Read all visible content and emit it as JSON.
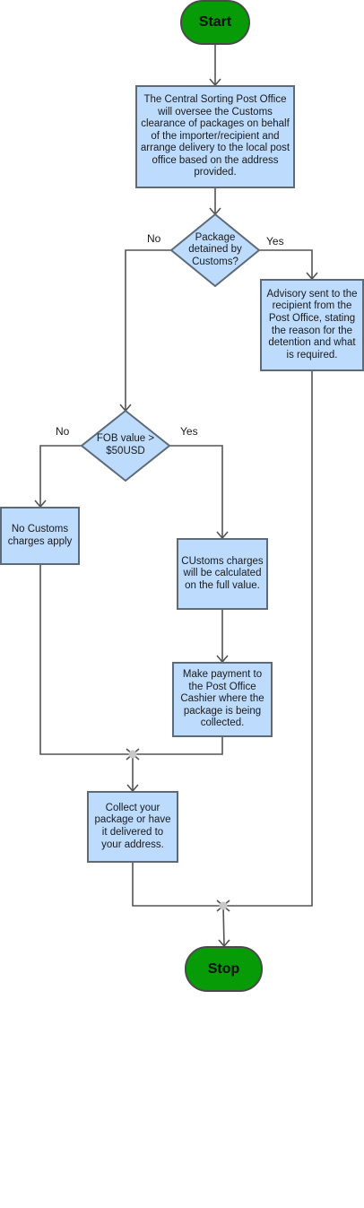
{
  "colors": {
    "process_fill": "#bddcfd",
    "process_border": "#5d6a77",
    "terminal_fill": "#079b07",
    "connector": "#545454",
    "junction": "#c8c8c8"
  },
  "flowchart": {
    "start": "Start",
    "stop": "Stop",
    "central_sorting": "The Central Sorting Post Office will oversee the Customs clearance of packages on behalf of the importer/recipient and arrange delivery to the local post office based on the address provided.",
    "decision_detained": "Package detained by Customs?",
    "detained_no": "No",
    "detained_yes": "Yes",
    "advisory": "Advisory sent to the recipient from the Post Office, stating the reason for the detention and what is required.",
    "decision_fob": "FOB value > $50USD",
    "fob_no": "No",
    "fob_yes": "Yes",
    "no_charges": "No Customs charges apply",
    "charges_calculated": "CUstoms charges will be calculated on the full value.",
    "make_payment": "Make payment to the Post Office Cashier where the package is being collected.",
    "collect": "Collect your package or have it delivered to your address."
  }
}
